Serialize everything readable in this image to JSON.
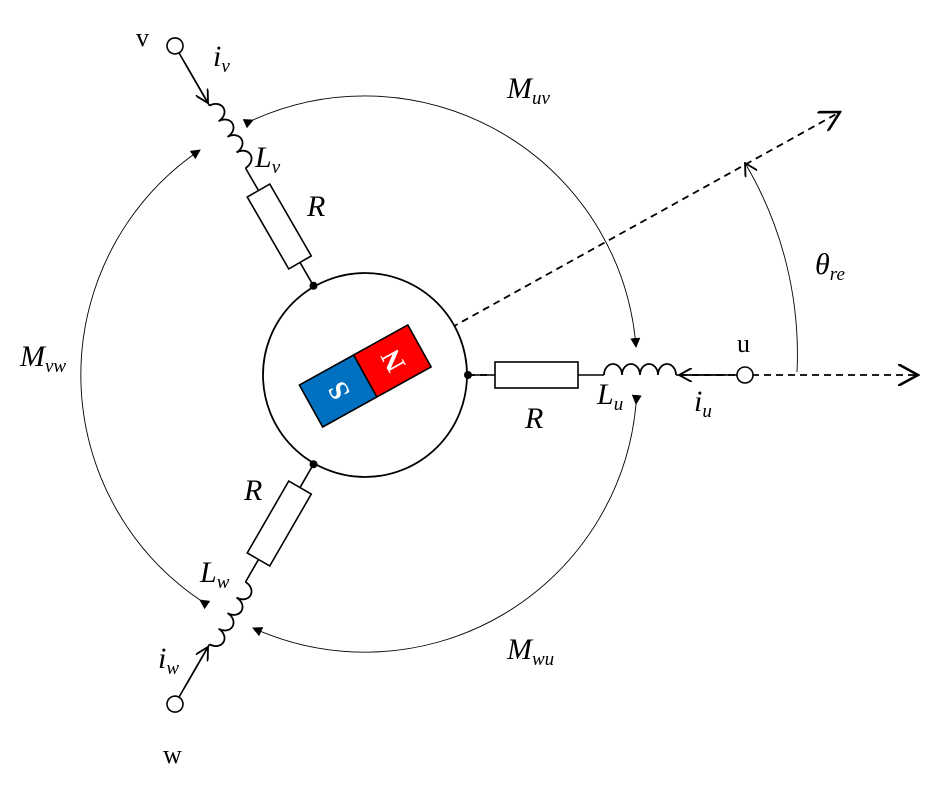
{
  "terminals": {
    "u": "u",
    "v": "v",
    "w": "w"
  },
  "currents": {
    "u": {
      "base": "i",
      "sub": "u"
    },
    "v": {
      "base": "i",
      "sub": "v"
    },
    "w": {
      "base": "i",
      "sub": "w"
    }
  },
  "inductances": {
    "u": {
      "base": "L",
      "sub": "u"
    },
    "v": {
      "base": "L",
      "sub": "v"
    },
    "w": {
      "base": "L",
      "sub": "w"
    }
  },
  "resistances": {
    "u": "R",
    "v": "R",
    "w": "R"
  },
  "mutuals": {
    "uv": {
      "base": "M",
      "sub": "uv"
    },
    "vw": {
      "base": "M",
      "sub": "vw"
    },
    "wu": {
      "base": "M",
      "sub": "wu"
    }
  },
  "angle": {
    "base": "θ",
    "sub": "re"
  },
  "magnet": {
    "north_label": "N",
    "south_label": "S",
    "north_color": "#ff0000",
    "south_color": "#0070c0"
  }
}
